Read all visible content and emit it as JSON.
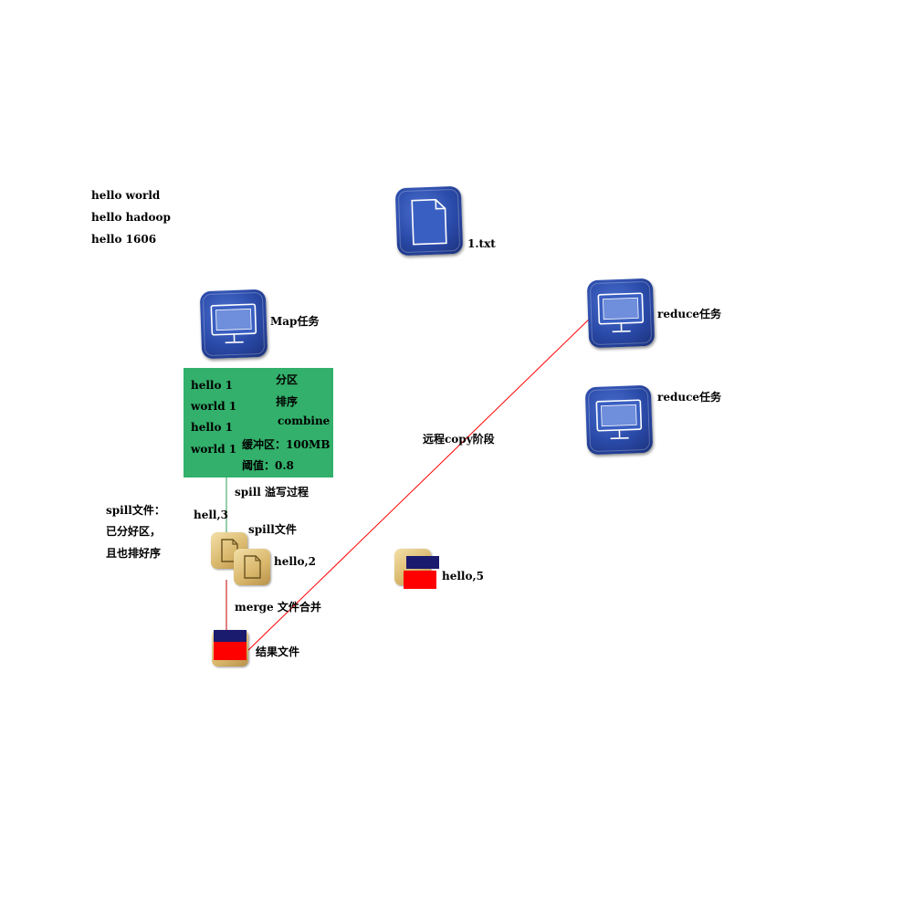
{
  "input_text": [
    "hello world",
    "hello hadoop",
    "hello 1606"
  ],
  "file_label": "1.txt",
  "map_task_label": "Map任务",
  "reduce_task_labels": [
    "reduce任务",
    "reduce任务"
  ],
  "buffer": {
    "pairs": [
      "hello  1",
      "world  1",
      "hello  1",
      "world 1"
    ],
    "steps": [
      "分区",
      "排序",
      "combine"
    ],
    "buffer_size": "缓冲区：100MB",
    "threshold": "阈值：0.8"
  },
  "spill_process_label": "spill  溢写过程",
  "spill_note": [
    "spill文件：",
    "已分好区，",
    "且也排好序"
  ],
  "spill_file_label": "spill文件",
  "spill_kv": [
    "hell,3",
    "hello,2"
  ],
  "merge_label": "merge 文件合并",
  "result_file_label": "结果文件",
  "remote_copy_label": "远程copy阶段",
  "reduce_input_label": "hello,5",
  "colors": {
    "green_box": "#33b06b",
    "navy": "#1a1a6e",
    "red": "#ff0000",
    "line_green": "#2e9e55"
  },
  "icons": [
    "document-icon",
    "monitor-icon",
    "file-icon"
  ]
}
